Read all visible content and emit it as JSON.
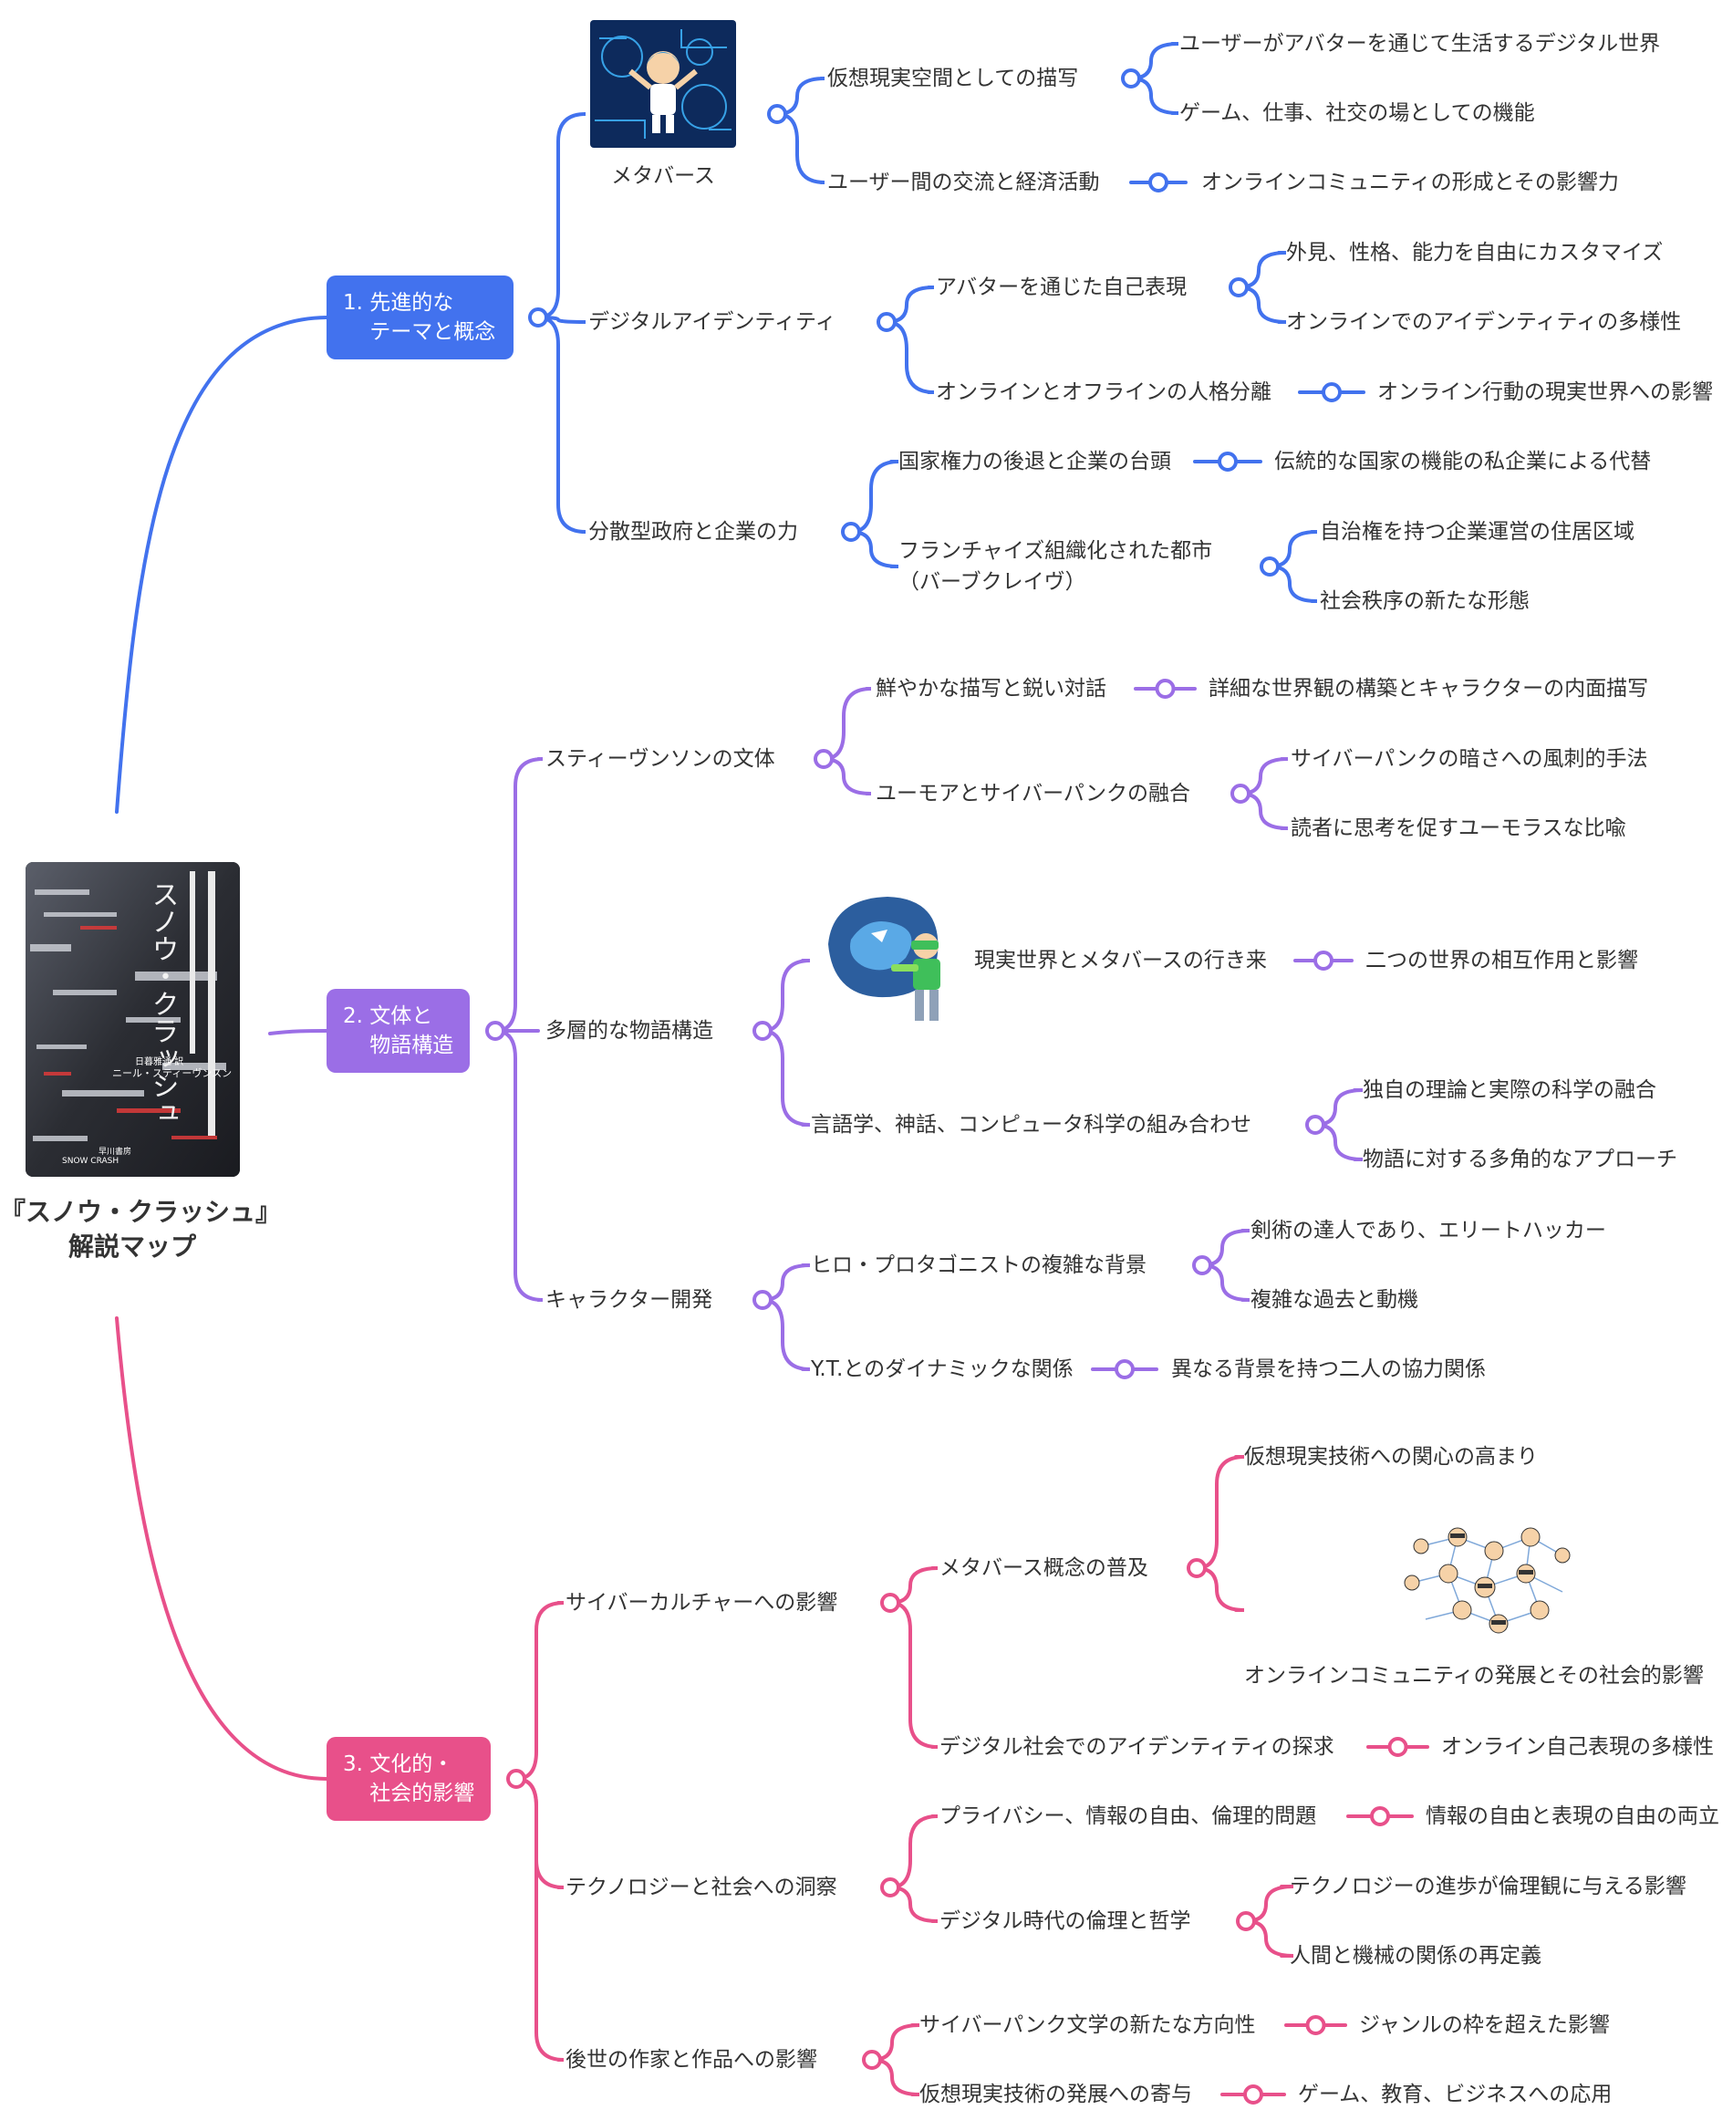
{
  "root": {
    "title": "『スノウ・クラッシュ』\n解説マップ",
    "cover": {
      "title_vertical": "スノウ・クラッシュ",
      "author": "ニール・スティーヴンスン",
      "translator": "日暮雅通 訳",
      "publisher": "早川書房",
      "english_title": "SNOW CRASH",
      "icon": "book-cover-image"
    }
  },
  "colors": {
    "blue": "#4272ee",
    "purple": "#9b6ee6",
    "pink": "#e8508a"
  },
  "branches": [
    {
      "label": "1. 先進的な\n    テーマと概念",
      "color": "#4272ee",
      "topics": [
        {
          "label": "メタバース",
          "icon": "metaverse-avatar-image",
          "items": [
            {
              "label": "仮想現実空間としての描写",
              "children": [
                "ユーザーがアバターを通じて生活するデジタル世界",
                "ゲーム、仕事、社交の場としての機能"
              ]
            },
            {
              "label": "ユーザー間の交流と経済活動",
              "children": [
                "オンラインコミュニティの形成とその影響力"
              ]
            }
          ]
        },
        {
          "label": "デジタルアイデンティティ",
          "items": [
            {
              "label": "アバターを通じた自己表現",
              "children": [
                "外見、性格、能力を自由にカスタマイズ",
                "オンラインでのアイデンティティの多様性"
              ]
            },
            {
              "label": "オンラインとオフラインの人格分離",
              "children": [
                "オンライン行動の現実世界への影響"
              ]
            }
          ]
        },
        {
          "label": "分散型政府と企業の力",
          "items": [
            {
              "label": "国家権力の後退と企業の台頭",
              "children": [
                "伝統的な国家の機能の私企業による代替"
              ]
            },
            {
              "label": "フランチャイズ組織化された都市\n（バーブクレイヴ）",
              "children": [
                "自治権を持つ企業運営の住居区域",
                "社会秩序の新たな形態"
              ]
            }
          ]
        }
      ]
    },
    {
      "label": "2. 文体と\n    物語構造",
      "color": "#9b6ee6",
      "topics": [
        {
          "label": "スティーヴンソンの文体",
          "items": [
            {
              "label": "鮮やかな描写と鋭い対話",
              "children": [
                "詳細な世界観の構築とキャラクターの内面描写"
              ]
            },
            {
              "label": "ユーモアとサイバーパンクの融合",
              "children": [
                "サイバーパンクの暗さへの風刺的手法",
                "読者に思考を促すユーモラスな比喩"
              ]
            }
          ]
        },
        {
          "label": "多層的な物語構造",
          "items": [
            {
              "label": "現実世界とメタバースの行き来",
              "icon": "vr-gamer-dragon-image",
              "children": [
                "二つの世界の相互作用と影響"
              ]
            },
            {
              "label": "言語学、神話、コンピュータ科学の組み合わせ",
              "children": [
                "独自の理論と実際の科学の融合",
                "物語に対する多角的なアプローチ"
              ]
            }
          ]
        },
        {
          "label": "キャラクター開発",
          "items": [
            {
              "label": "ヒロ・プロタゴニストの複雑な背景",
              "children": [
                "剣術の達人であり、エリートハッカー",
                "複雑な過去と動機"
              ]
            },
            {
              "label": "Y.T.とのダイナミックな関係",
              "children": [
                "異なる背景を持つ二人の協力関係"
              ]
            }
          ]
        }
      ]
    },
    {
      "label": "3. 文化的・\n    社会的影響",
      "color": "#e8508a",
      "topics": [
        {
          "label": "サイバーカルチャーへの影響",
          "items": [
            {
              "label": "メタバース概念の普及",
              "children": [
                "仮想現実技術への関心の高まり",
                "オンラインコミュニティの発展とその社会的影響"
              ],
              "icon": "online-community-network-image"
            },
            {
              "label": "デジタル社会でのアイデンティティの探求",
              "children": [
                "オンライン自己表現の多様性"
              ]
            }
          ]
        },
        {
          "label": "テクノロジーと社会への洞察",
          "items": [
            {
              "label": "プライバシー、情報の自由、倫理的問題",
              "children": [
                "情報の自由と表現の自由の両立"
              ]
            },
            {
              "label": "デジタル時代の倫理と哲学",
              "children": [
                "テクノロジーの進歩が倫理観に与える影響",
                "人間と機械の関係の再定義"
              ]
            }
          ]
        },
        {
          "label": "後世の作家と作品への影響",
          "items": [
            {
              "label": "サイバーパンク文学の新たな方向性",
              "children": [
                "ジャンルの枠を超えた影響"
              ]
            },
            {
              "label": "仮想現実技術の発展への寄与",
              "children": [
                "ゲーム、教育、ビジネスへの応用"
              ]
            }
          ]
        }
      ]
    }
  ]
}
